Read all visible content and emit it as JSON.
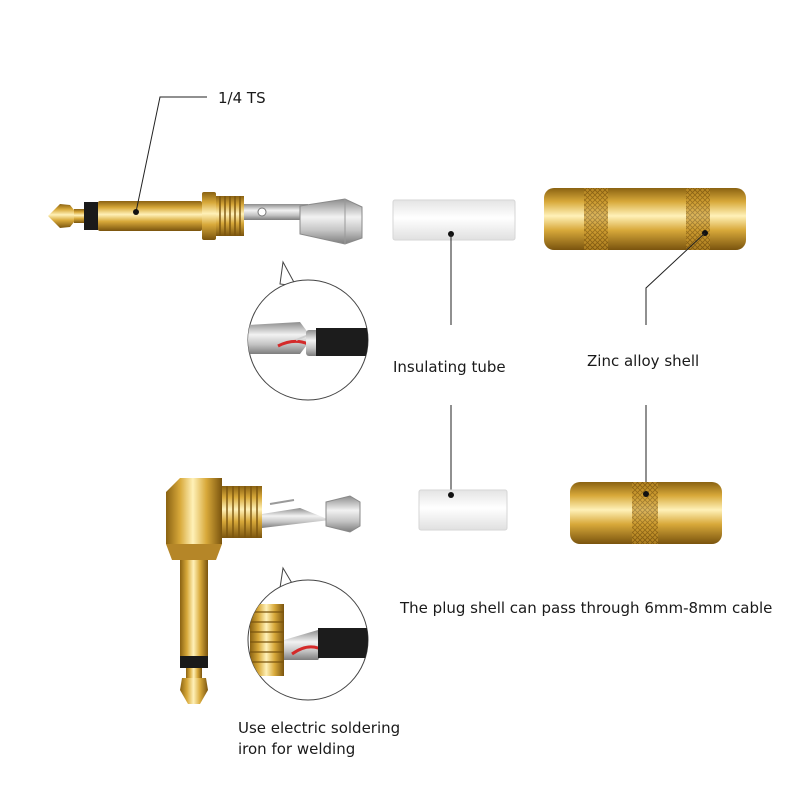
{
  "labels": {
    "ts": "1/4 TS",
    "insulating_tube": "Insulating tube",
    "zinc_shell": "Zinc alloy shell",
    "cable_note": "The plug shell can pass through 6mm-8mm cable",
    "solder_line1": "Use electric soldering",
    "solder_line2": "iron for welding"
  },
  "colors": {
    "gold_dark": "#8a6212",
    "gold_mid": "#d8a93a",
    "gold_light": "#fff1b8",
    "silver": "#cfcfcf",
    "black_ring": "#1a1a1a",
    "red_wire": "#d42a2a",
    "line": "#222222"
  }
}
